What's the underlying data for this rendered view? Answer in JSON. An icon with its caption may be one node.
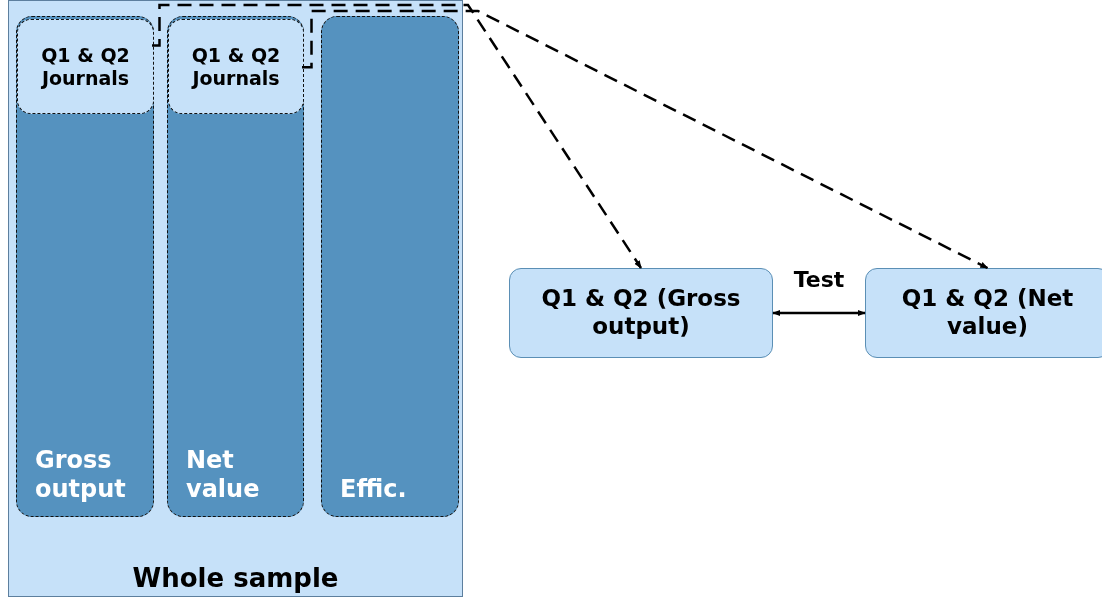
{
  "diagram": {
    "nodes": [
      {
        "text": [
          "Whole sample"
        ]
      },
      {
        "text": [
          "Gross output"
        ],
        "in": 0
      },
      {
        "text": [
          "Q1 & Q2 Journals"
        ],
        "in": 1
      },
      {
        "text": [
          "Net value"
        ],
        "in": 0
      },
      {
        "text": [
          "Q1 & Q2 Journals"
        ],
        "in": 3
      },
      {
        "text": [
          "Effic."
        ],
        "in": 0
      },
      {
        "text": [
          "Q1 & Q2 (Gross output)"
        ]
      },
      {
        "text": [
          "Q1 & Q2 (Net value)"
        ]
      }
    ],
    "edges": [
      {
        "from": 2,
        "to": 6,
        "arrow": "to",
        "style": "dashed"
      },
      {
        "from": 4,
        "to": 7,
        "arrow": "to",
        "style": "dashed"
      },
      {
        "from": 6,
        "to": 7,
        "arrow": "both",
        "label": "Test"
      }
    ]
  }
}
